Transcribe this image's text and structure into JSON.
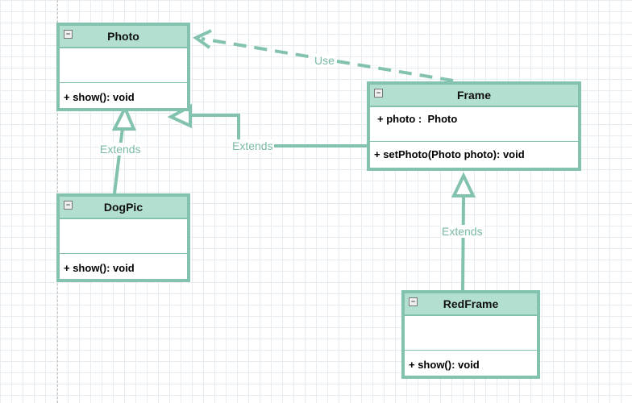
{
  "colors": {
    "border": "#82c2ae",
    "header_fill": "#b3dfd0",
    "label_text": "#7ab9a6"
  },
  "classes": {
    "photo": {
      "name": "Photo",
      "attributes": [],
      "operations": [
        "+ show(): void"
      ]
    },
    "frame": {
      "name": "Frame",
      "attributes": [
        "+ photo :  Photo"
      ],
      "operations": [
        "+ setPhoto(Photo photo): void"
      ]
    },
    "dogpic": {
      "name": "DogPic",
      "attributes": [],
      "operations": [
        "+ show(): void"
      ]
    },
    "redframe": {
      "name": "RedFrame",
      "attributes": [],
      "operations": [
        "+ show(): void"
      ]
    }
  },
  "relations": {
    "frame_uses_photo": {
      "type": "dependency",
      "label": "Use"
    },
    "dogpic_extends_photo": {
      "type": "generalization",
      "label": "Extends"
    },
    "frame_extends_photo": {
      "type": "generalization",
      "label": "Extends"
    },
    "redframe_extends_frame": {
      "type": "generalization",
      "label": "Extends"
    }
  },
  "icons": {
    "collapse": "minus-box-icon",
    "collapse_glyph": "−"
  }
}
